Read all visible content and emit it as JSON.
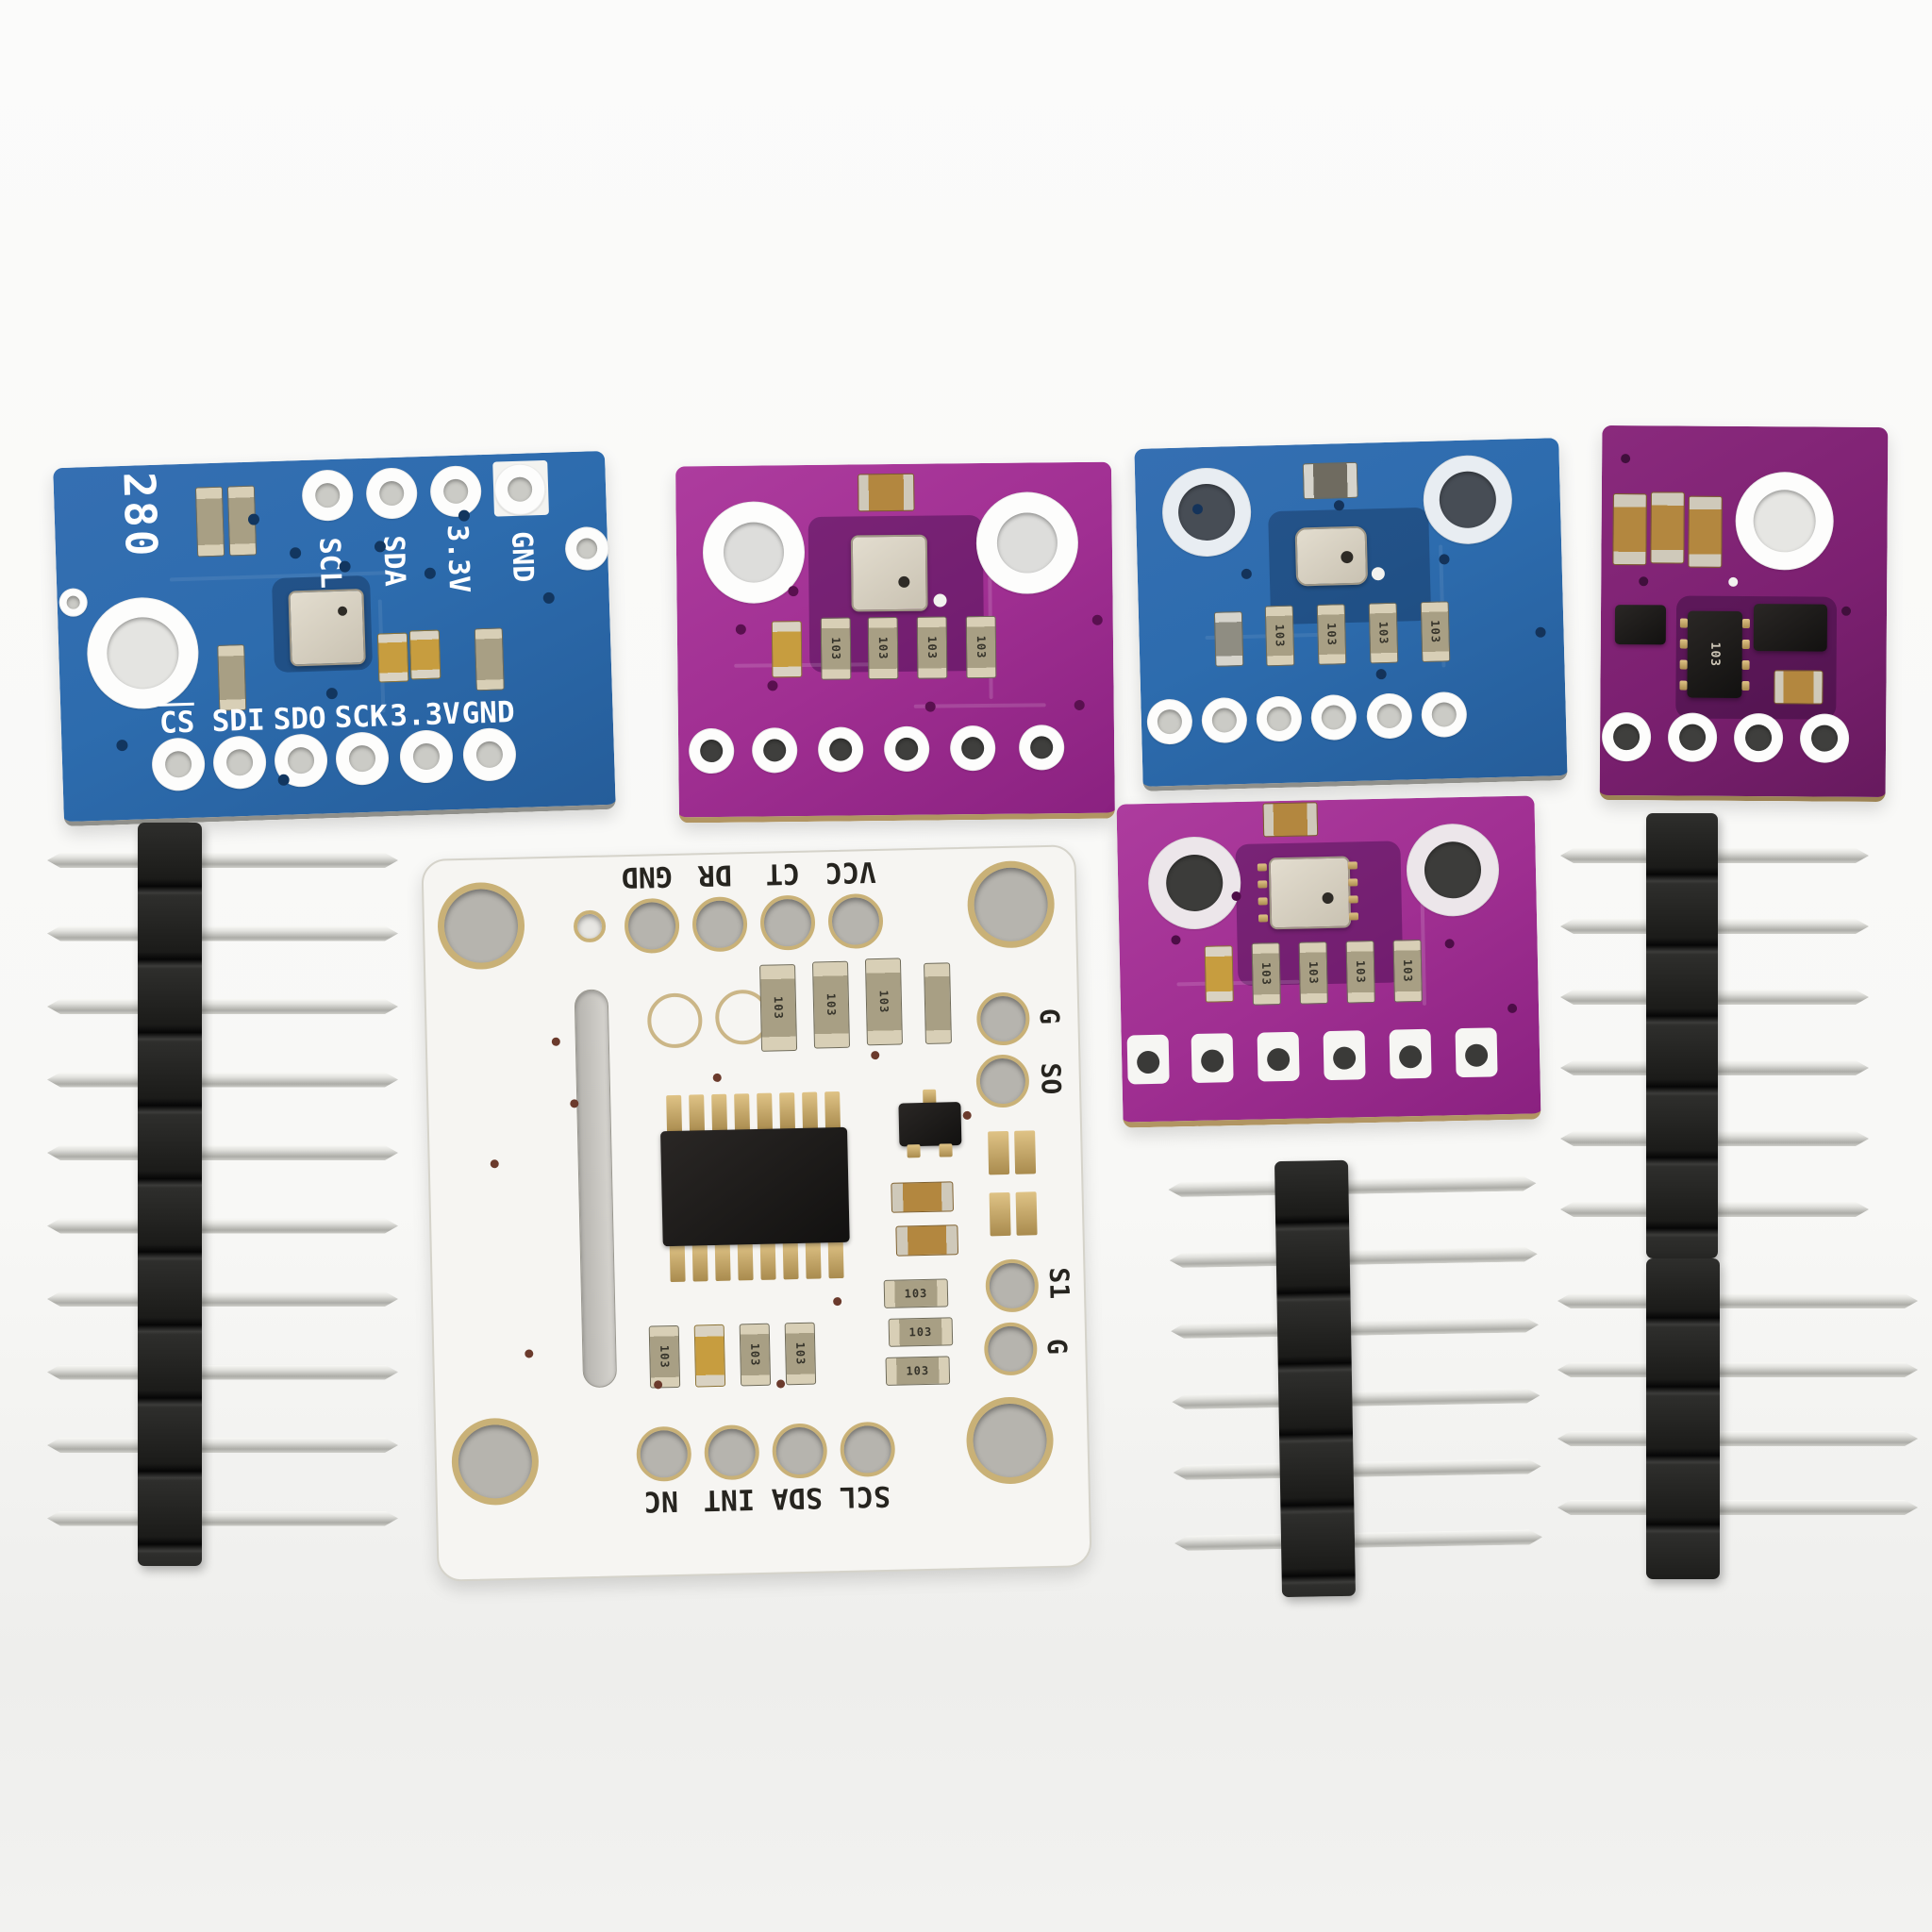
{
  "scene": {
    "background_top": "#fbfbfa",
    "background_bottom": "#ececea"
  },
  "palette": {
    "blue_pcb": "#2d6cae",
    "purple_pcb": "#a02f92",
    "dark_purple_pcb": "#7c2071",
    "white_pcb": "#f6f5f2",
    "gold_ring": "#c9b177",
    "silkscreen_white": "#ffffff",
    "silkscreen_dark": "#26241f",
    "header_plastic": "#1c1c1c",
    "pin_metal": "#d6d6d1"
  },
  "boards": {
    "blue_top_left": {
      "side_marking": "280",
      "top_pins": [
        "SCL",
        "SDA",
        "3.3V",
        "GND"
      ],
      "bottom_pins": [
        "CS",
        "SDI",
        "SDO",
        "SCK",
        "3.3V",
        "GND"
      ]
    },
    "purple_top": {
      "resistor_marking": "103"
    },
    "blue_top_right": {
      "resistor_marking": "103"
    },
    "dark_purple_top_right": {
      "ic_marking": "103"
    },
    "purple_middle": {
      "resistor_marking": "103"
    },
    "white_center": {
      "top_pins": [
        "VCC",
        "CT",
        "DR",
        "GND"
      ],
      "right_pins": [
        "G",
        "SO",
        "S1",
        "G"
      ],
      "bottom_pins": [
        "SCL",
        "SDA",
        "INT",
        "NC"
      ],
      "resistor_marking": "103"
    }
  },
  "headers": {
    "left": {
      "pins": 10
    },
    "right_top": {
      "pins": 6
    },
    "bottom_middle": {
      "pins": 6
    },
    "bottom_right": {
      "pins": 4
    }
  }
}
